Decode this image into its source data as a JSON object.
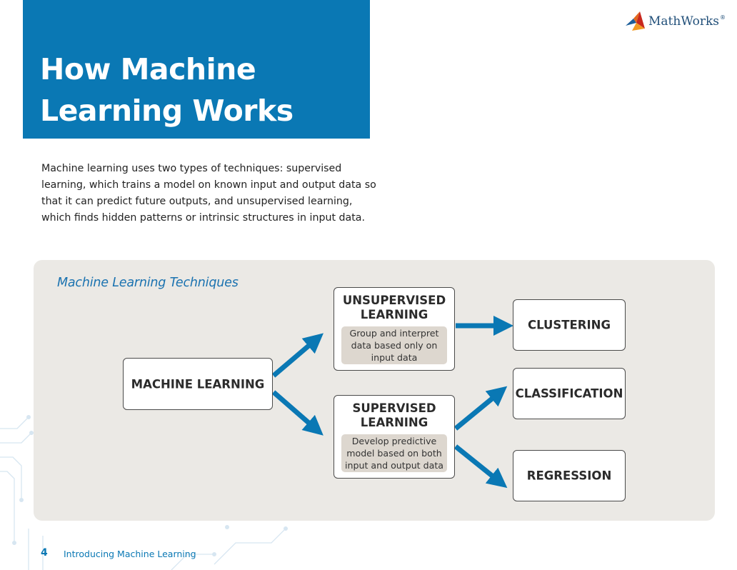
{
  "title": "How Machine\nLearning Works",
  "logo": {
    "text": "MathWorks",
    "reg": "®"
  },
  "intro": "Machine learning uses two types of techniques: supervised learning, which trains a model on known input and output data so that it can predict future outputs, and unsupervised learning, which finds hidden patterns or intrinsic structures in input data.",
  "diagram": {
    "title": "Machine Learning Techniques",
    "root": "MACHINE LEARNING",
    "unsupervised": {
      "label": "UNSUPERVISED\nLEARNING",
      "desc": "Group and interpret data based only on input data"
    },
    "supervised": {
      "label": "SUPERVISED\nLEARNING",
      "desc": "Develop predictive model based on both input and output data"
    },
    "clustering": "CLUSTERING",
    "classification": "CLASSIFICATION",
    "regression": "REGRESSION",
    "arrow_color": "#0a78b4"
  },
  "footer": {
    "page": "4",
    "text": "Introducing Machine Learning"
  },
  "colors": {
    "brand": "#0a78b4",
    "panel": "#ebe9e5",
    "desc_bg": "#ddd7cf"
  }
}
